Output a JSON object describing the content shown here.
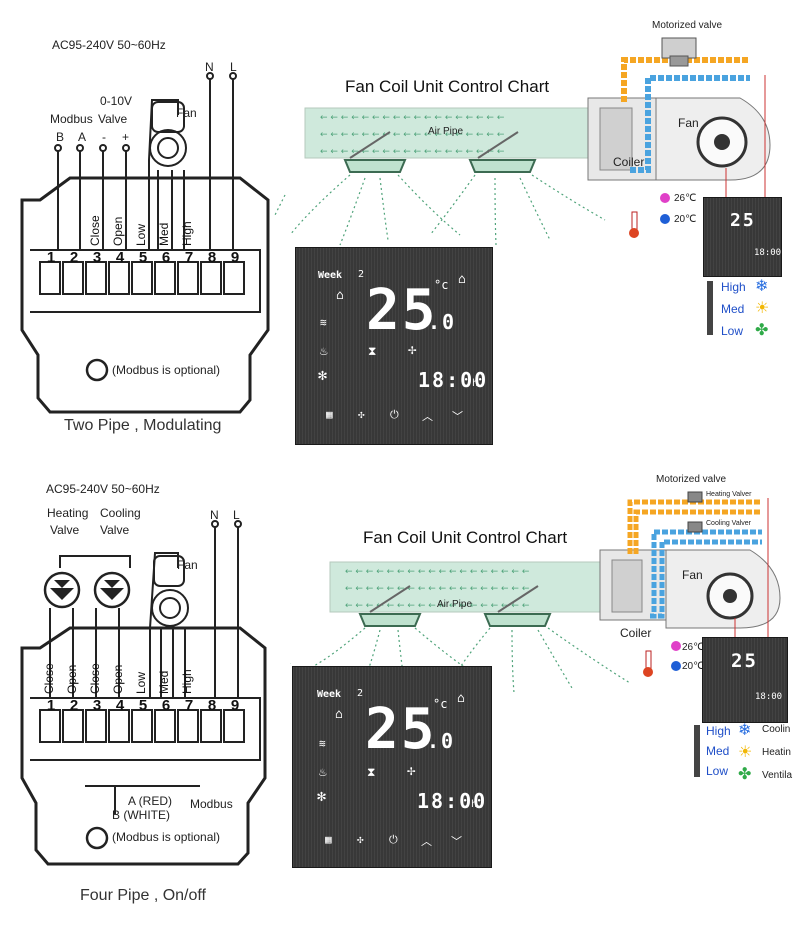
{
  "top": {
    "supply_label": "AC95-240V  50~60Hz",
    "terminal_letters": {
      "n": "N",
      "l": "L",
      "b": "B",
      "a": "A",
      "minus": "-",
      "plus": "+"
    },
    "modbus_label": "Modbus",
    "valve_label_line1": "0-10V",
    "valve_label_line2": "Valve",
    "fan_label": "Fan",
    "terminal_numbers": [
      "1",
      "2",
      "3",
      "4",
      "5",
      "6",
      "7",
      "8",
      "9"
    ],
    "terminal_names": [
      "Close",
      "Open",
      "Low",
      "Med",
      "High"
    ],
    "modbus_optional": "(Modbus is optional)",
    "caption": "Two Pipe , Modulating",
    "chart_title": "Fan Coil Unit Control Chart",
    "air_pipe": "Air Pipe",
    "coiler": "Coiler",
    "fan": "Fan",
    "motorized_valve": "Motorized valve",
    "temp_hot": "26℃",
    "temp_cold": "20℃",
    "speeds": [
      "High",
      "Med",
      "Low"
    ],
    "thermostat": {
      "week": "Week",
      "day": "2",
      "temp_int": "25",
      "temp_dec": ".0",
      "unit": "°c",
      "time": "18:00",
      "h": "h"
    }
  },
  "bottom": {
    "supply_label": "AC95-240V  50~60Hz",
    "heating_valve": [
      "Heating",
      "Valve"
    ],
    "cooling_valve": [
      "Cooling",
      "Valve"
    ],
    "terminal_letters": {
      "n": "N",
      "l": "L"
    },
    "fan_label": "Fan",
    "terminal_numbers": [
      "1",
      "2",
      "3",
      "4",
      "5",
      "6",
      "7",
      "8",
      "9"
    ],
    "terminal_names": [
      "Close",
      "Open",
      "Close",
      "Open",
      "Low",
      "Med",
      "High"
    ],
    "modbus_a": "A (RED)",
    "modbus_b": "B (WHITE)",
    "modbus_label": "Modbus",
    "modbus_optional": "(Modbus is optional)",
    "caption": "Four Pipe , On/off",
    "chart_title": "Fan Coil Unit Control Chart",
    "air_pipe": "Air Pipe",
    "coiler": "Coiler",
    "fan": "Fan",
    "motorized_valve": "Motorized valve",
    "heating_valver": "Heating Valver",
    "cooling_valver": "Cooling Valver",
    "temp_hot": "26℃",
    "temp_cold": "20℃",
    "speeds": [
      "High",
      "Med",
      "Low"
    ],
    "modes": [
      "Coolin",
      "Heatin",
      "Ventila"
    ],
    "thermostat": {
      "week": "Week",
      "day": "2",
      "temp_int": "25",
      "temp_dec": ".0",
      "unit": "°c",
      "time": "18:00",
      "h": "h"
    }
  },
  "colors": {
    "hot": "#f5a623",
    "cold": "#4aa3df",
    "duct": "#cfe9dc",
    "arrow": "#4fa37a",
    "panel": "#3b3b3b",
    "pink": "#e040c8",
    "blue": "#1f5fd6"
  }
}
